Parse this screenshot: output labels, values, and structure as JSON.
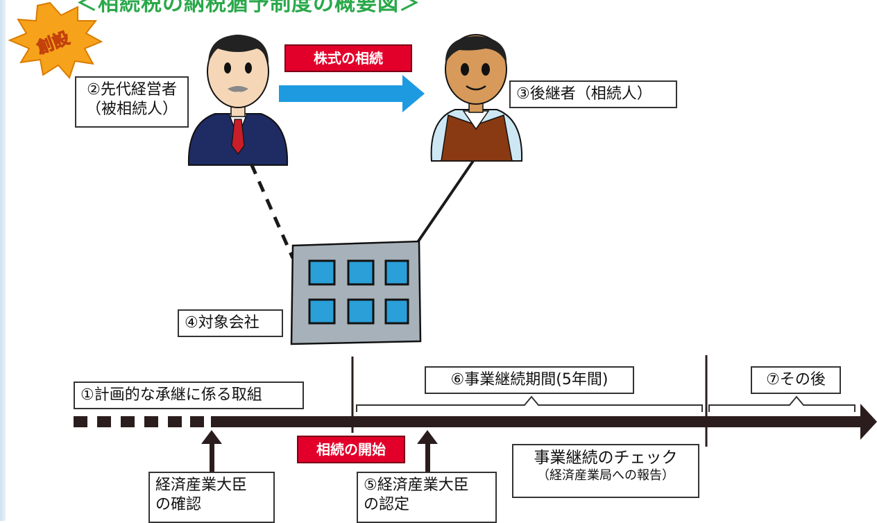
{
  "title": "＜相続税の納税猶予制度の概要図＞",
  "badge": "創設",
  "share_label": "株式の相続",
  "predecessor": {
    "line1": "②先代経営者",
    "line2": "（被相続人）"
  },
  "successor": "③後継者（相続人）",
  "company": "④対象会社",
  "plan": "①計画的な承継に係る取組",
  "period": "⑥事業継続期間(5年間)",
  "after": "⑦その後",
  "inheritance_start": "相続の開始",
  "confirm": {
    "line1": "経済産業大臣",
    "line2": "の確認"
  },
  "certify": {
    "line1": "⑤経済産業大臣",
    "line2": "の認定"
  },
  "check": {
    "line1": "事業継続のチェック",
    "line2": "（経済産業局への報告）"
  },
  "colors": {
    "accent_red": "#e2002a",
    "arrow_blue": "#1e9be0",
    "title_green": "#2aa84a",
    "badge_orange": "#f7a21b",
    "timeline": "#2b1d1d"
  }
}
